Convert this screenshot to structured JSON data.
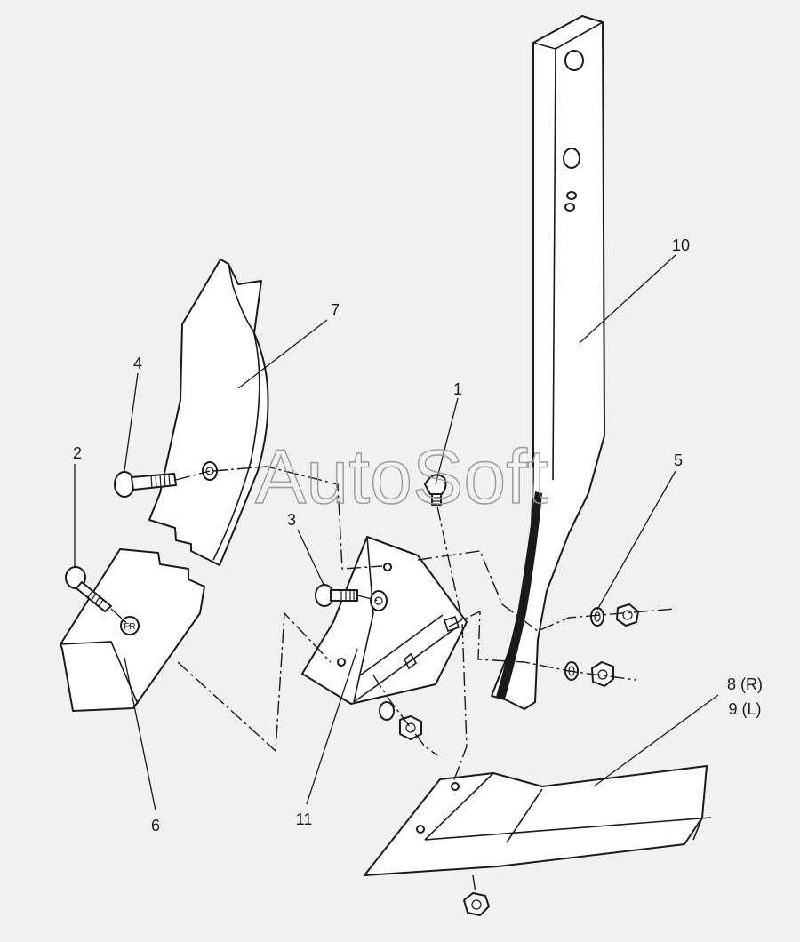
{
  "watermark": "AutoSoft",
  "callouts": {
    "c1": "1",
    "c2": "2",
    "c3": "3",
    "c4": "4",
    "c5": "5",
    "c6": "6",
    "c7": "7",
    "c8": "8 (R)",
    "c9": "9 (L)",
    "c10": "10",
    "c11": "11"
  },
  "colors": {
    "line": "#1a1a1a",
    "background": "#f1f1f1",
    "watermark": "#9a9a9a"
  }
}
